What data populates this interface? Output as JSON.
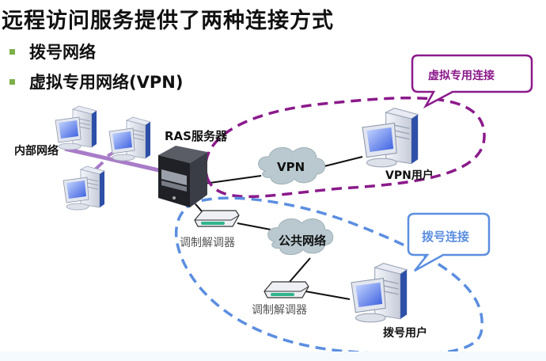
{
  "title": "远程访问服务提供了两种连接方式",
  "bullets": [
    "拨号网络",
    "虚拟专用网络(VPN)"
  ],
  "labels": {
    "internal_network": "内部网络",
    "ras_server": "RAS服务器",
    "vpn_cloud": "VPN",
    "vpn_user": "VPN用户",
    "public_network": "公共网络",
    "modem_server": "调制解调器",
    "modem_user": "调制解调器",
    "dialup_user": "拨号用户",
    "vpn_callout": "虚拟专用连接",
    "dialup_callout": "拨号连接"
  },
  "colors": {
    "vpn": "#8b1a8b",
    "dialup": "#5b8ee0",
    "lan": "#a87cc8",
    "bullet": "#7db04a"
  }
}
